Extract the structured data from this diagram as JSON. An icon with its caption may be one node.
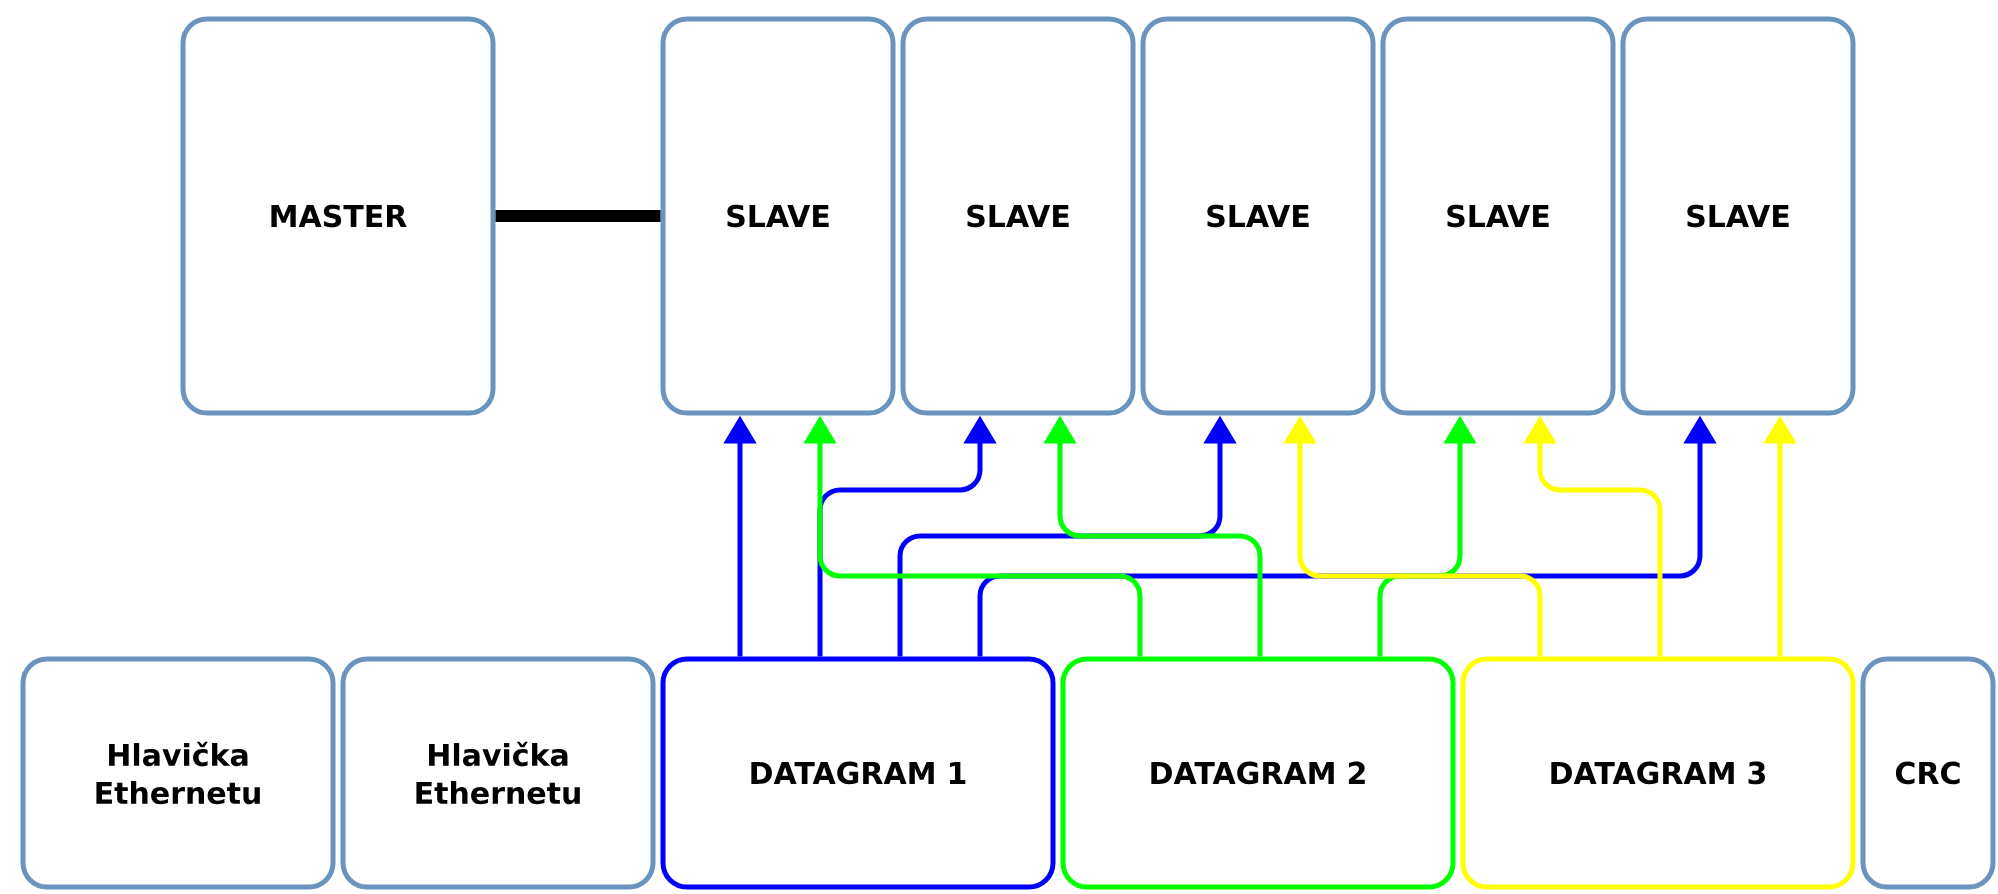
{
  "diagram": {
    "nodes": [
      {
        "text": [
          "MASTER"
        ]
      },
      {
        "text": [
          "SLAVE"
        ]
      },
      {
        "text": [
          "SLAVE"
        ]
      },
      {
        "text": [
          "SLAVE"
        ]
      },
      {
        "text": [
          "SLAVE"
        ]
      },
      {
        "text": [
          "SLAVE"
        ]
      },
      {
        "text": [
          "Hlavička Ethernetu"
        ]
      },
      {
        "text": [
          "Hlavička Ethernetu"
        ]
      },
      {
        "text": [
          "DATAGRAM 1"
        ]
      },
      {
        "text": [
          "DATAGRAM 2"
        ]
      },
      {
        "text": [
          "DATAGRAM 3"
        ]
      },
      {
        "text": [
          "CRC"
        ]
      }
    ],
    "edges": [
      {
        "from": 0,
        "to": 1,
        "arrow": "none",
        "style": "thick",
        "color": "#000000"
      },
      {
        "from": 8,
        "to": 1,
        "arrow": "to",
        "color": "#0000ff"
      },
      {
        "from": 8,
        "to": 2,
        "arrow": "to",
        "color": "#0000ff"
      },
      {
        "from": 8,
        "to": 3,
        "arrow": "to",
        "color": "#0000ff"
      },
      {
        "from": 8,
        "to": 5,
        "arrow": "to",
        "color": "#0000ff"
      },
      {
        "from": 9,
        "to": 1,
        "arrow": "to",
        "color": "#00ff00"
      },
      {
        "from": 9,
        "to": 2,
        "arrow": "to",
        "color": "#00ff00"
      },
      {
        "from": 9,
        "to": 4,
        "arrow": "to",
        "color": "#00ff00"
      },
      {
        "from": 10,
        "to": 3,
        "arrow": "to",
        "color": "#ffff00"
      },
      {
        "from": 10,
        "to": 4,
        "arrow": "to",
        "color": "#ffff00"
      },
      {
        "from": 10,
        "to": 5,
        "arrow": "to",
        "color": "#ffff00"
      }
    ]
  }
}
